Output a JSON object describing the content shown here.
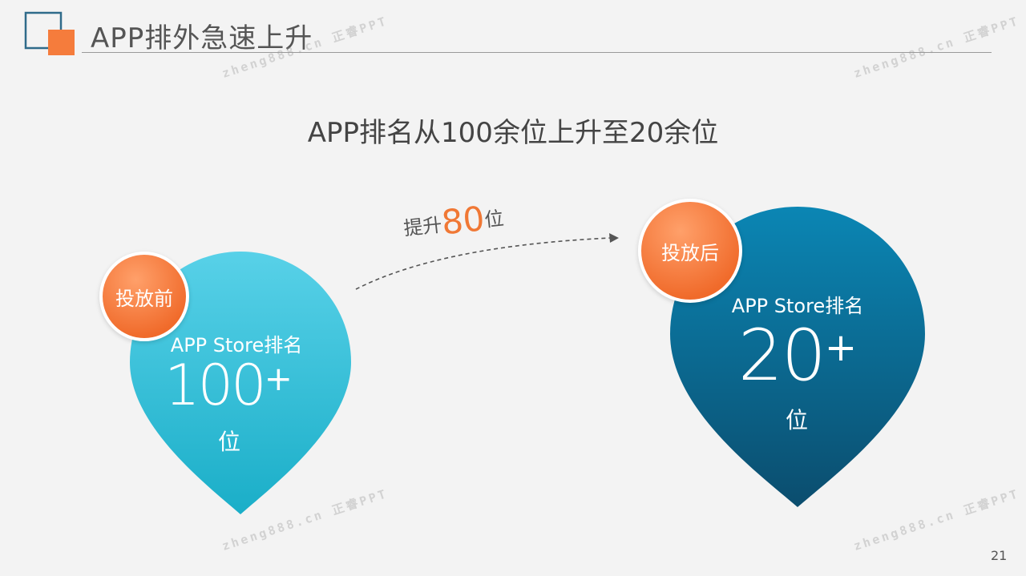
{
  "header": {
    "title": "APP排外急速上升",
    "accent_color": "#f57c3c",
    "frame_color": "#2f6b8a"
  },
  "headline": "APP排名从100余位上升至20余位",
  "arrow": {
    "prefix": "提升",
    "value": "80",
    "suffix": "位"
  },
  "before": {
    "badge": "投放前",
    "label": "APP Store排名",
    "number": "100",
    "plus": "+",
    "unit": "位",
    "color": "#2bbcd6"
  },
  "after": {
    "badge": "投放后",
    "label": "APP Store排名",
    "number": "20",
    "plus": "+",
    "unit": "位",
    "color": "#0d6a8c"
  },
  "watermark": "zheng888.cn 正睿PPT",
  "page_number": "21"
}
